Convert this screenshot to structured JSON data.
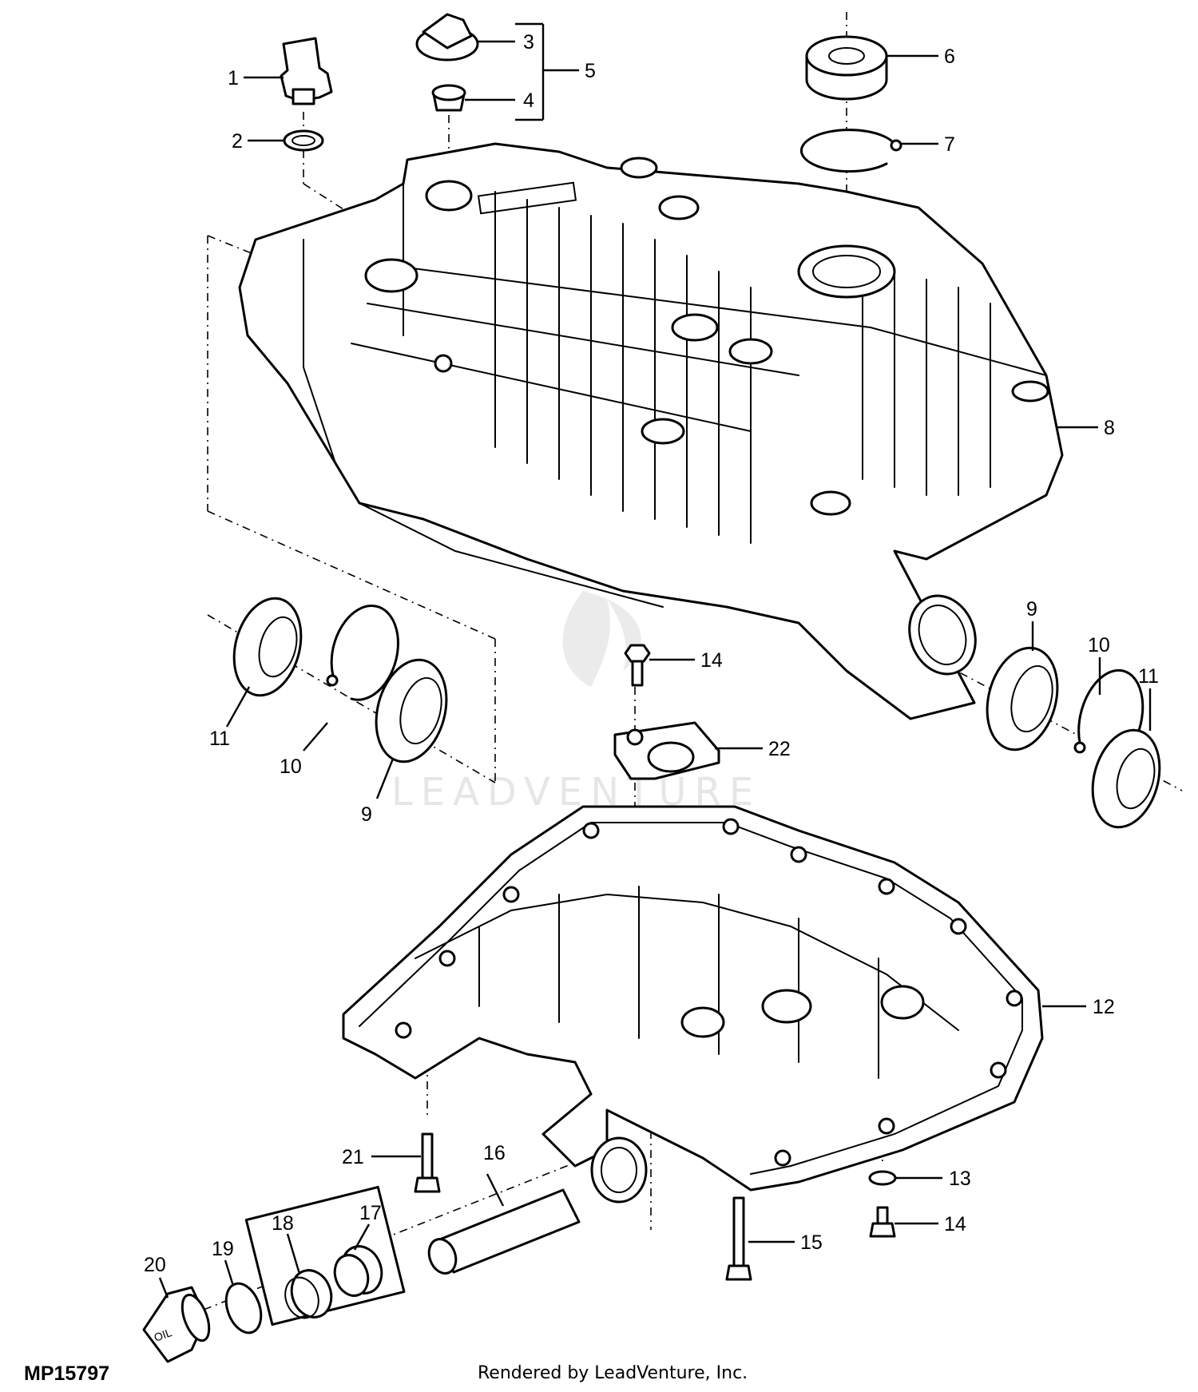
{
  "callouts": [
    "1",
    "2",
    "3",
    "4",
    "5",
    "6",
    "7",
    "8",
    "9",
    "10",
    "11",
    "9",
    "10",
    "11",
    "12",
    "13",
    "14",
    "15",
    "16",
    "17",
    "18",
    "19",
    "20",
    "21",
    "14",
    "22"
  ],
  "figure_id": "MP15797",
  "credit": "Rendered by LeadVenture, Inc.",
  "watermark": "LEADVENTURE"
}
